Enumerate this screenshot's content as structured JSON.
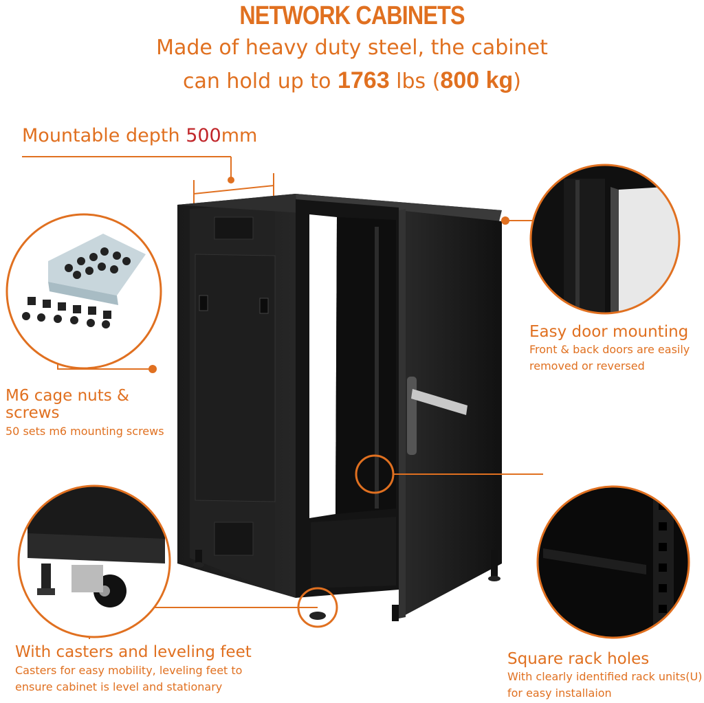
{
  "header": {
    "title": "NETWORK CABINETS",
    "subtitle_line1": "Made of heavy duty steel, the cabinet",
    "subtitle_line2_pre": "can hold up to",
    "weight_lbs": "1763",
    "unit_lbs": "lbs (",
    "weight_kg": "800 kg",
    "close_paren": ")"
  },
  "depth": {
    "label": "Mountable depth",
    "value": "500",
    "unit": "mm"
  },
  "features": {
    "cage_nuts": {
      "title": "M6 cage nuts & screws",
      "description": "50 sets m6 mounting screws"
    },
    "door": {
      "title": "Easy door mounting",
      "description": "Front & back doors are easily removed or reversed"
    },
    "casters": {
      "title": "With casters and leveling feet",
      "description": "Casters for easy mobility, leveling feet to ensure cabinet is level and stationary"
    },
    "rack_holes": {
      "title": "Square rack holes",
      "description": "With clearly identified rack units(U) for easy installaion"
    }
  },
  "colors": {
    "accent": "#e07020",
    "highlight": "#c0262a",
    "cabinet": "#1c1c1c"
  }
}
